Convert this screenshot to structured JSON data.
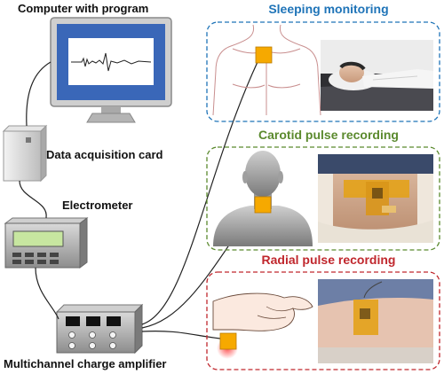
{
  "labels": {
    "computer": "Computer with program",
    "daq": "Data acquisition card",
    "electrometer": "Electrometer",
    "amplifier": "Multichannel charge amplifier"
  },
  "panels": {
    "sleeping": {
      "title": "Sleeping monitoring",
      "color": "#1f74b8"
    },
    "carotid": {
      "title": "Carotid pulse recording",
      "color": "#5b8a2e"
    },
    "radial": {
      "title": "Radial pulse recording",
      "color": "#c0272d"
    }
  },
  "colors": {
    "sensor": "#f6a900",
    "screen": "#3a67b8",
    "device": "#8a8a8a"
  }
}
